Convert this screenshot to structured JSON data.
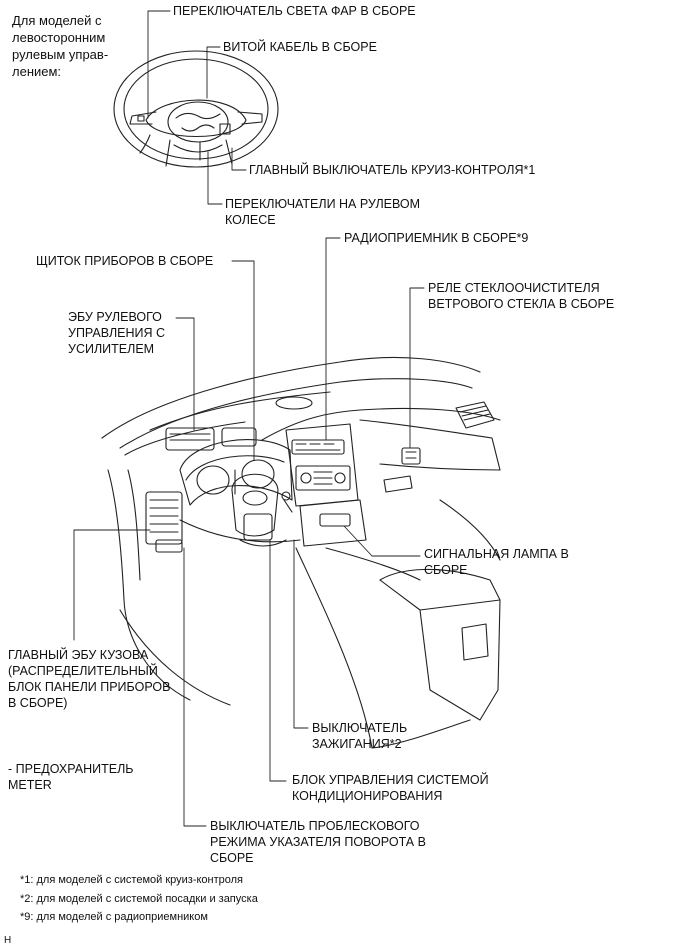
{
  "header": {
    "lhd_note": "Для моделей с\nлевосторонним\nрулевым управ-\nлением:"
  },
  "labels": {
    "headlight_switch": "ПЕРЕКЛЮЧАТЕЛЬ СВЕТА ФАР В СБОРЕ",
    "spiral_cable": "ВИТОЙ КАБЕЛЬ В СБОРЕ",
    "cruise_main_switch": "ГЛАВНЫЙ ВЫКЛЮЧАТЕЛЬ КРУИЗ-КОНТРОЛЯ*1",
    "steering_pad_switches": "ПЕРЕКЛЮЧАТЕЛИ НА РУЛЕВОМ\nКОЛЕСЕ",
    "radio_receiver": "РАДИОПРИЕМНИК В СБОРЕ*9",
    "combination_meter": "ЩИТОК ПРИБОРОВ В СБОРЕ",
    "wiper_relay": "РЕЛЕ СТЕКЛООЧИСТИТЕЛЯ\nВЕТРОВОГО СТЕКЛА В СБОРЕ",
    "power_steering_ecu": "ЭБУ РУЛЕВОГО\nУПРАВЛЕНИЯ С\nУСИЛИТЕЛЕМ",
    "indicator_lamp": "СИГНАЛЬНАЯ ЛАМПА В\nСБОРЕ",
    "main_body_ecu": "ГЛАВНЫЙ ЭБУ КУЗОВА\n(РАСПРЕДЕЛИТЕЛЬНЫЙ\nБЛОК ПАНЕЛИ ПРИБОРОВ\nВ СБОРЕ)",
    "ignition_switch": "ВЫКЛЮЧАТЕЛЬ\nЗАЖИГАНИЯ*2",
    "fuse_meter": "- ПРЕДОХРАНИТЕЛЬ\nMETER",
    "ac_control": "БЛОК УПРАВЛЕНИЯ СИСТЕМОЙ\nКОНДИЦИОНИРОВАНИЯ",
    "hazard_switch": "ВЫКЛЮЧАТЕЛЬ ПРОБЛЕСКОВОГО\nРЕЖИМА УКАЗАТЕЛЯ ПОВОРОТА В\nСБОРЕ"
  },
  "footnotes": [
    "*1: для моделей с системой круиз-контроля",
    "*2: для моделей с системой посадки и запуска",
    "*9: для моделей с радиоприемником"
  ],
  "corner_mark": "H"
}
